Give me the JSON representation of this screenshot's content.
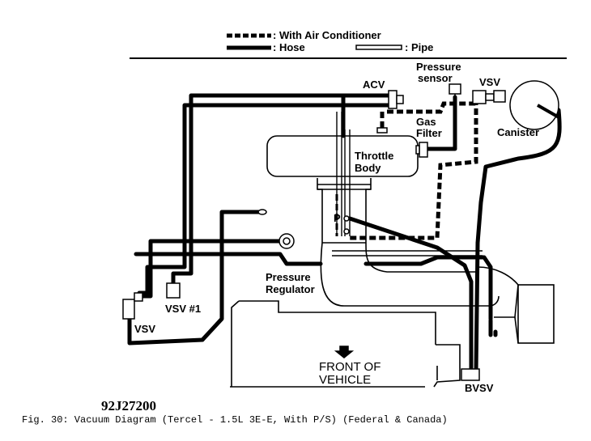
{
  "legend": {
    "air_conditioner": ": With Air Conditioner",
    "hose": ": Hose",
    "pipe": ": Pipe"
  },
  "labels": {
    "acv": "ACV",
    "pressure_sensor_line1": "Pressure",
    "pressure_sensor_line2": "sensor",
    "vsv_top": "VSV",
    "gas_filter_line1": "Gas",
    "gas_filter_line2": "Filter",
    "canister": "Canister",
    "throttle_body_line1": "Throttle",
    "throttle_body_line2": "Body",
    "p_marker": "P",
    "pressure_regulator_line1": "Pressure",
    "pressure_regulator_line2": "Regulator",
    "vsv1": "VSV #1",
    "vsv_left": "VSV",
    "front_line1": "FRONT OF",
    "front_line2": "VEHICLE",
    "bvsv": "BVSV"
  },
  "figure_code": "92J27200",
  "caption": "Fig. 30:  Vacuum Diagram (Tercel - 1.5L 3E-E, With P/S) (Federal & Canada)",
  "colors": {
    "ink": "#000000",
    "paper": "#ffffff"
  }
}
